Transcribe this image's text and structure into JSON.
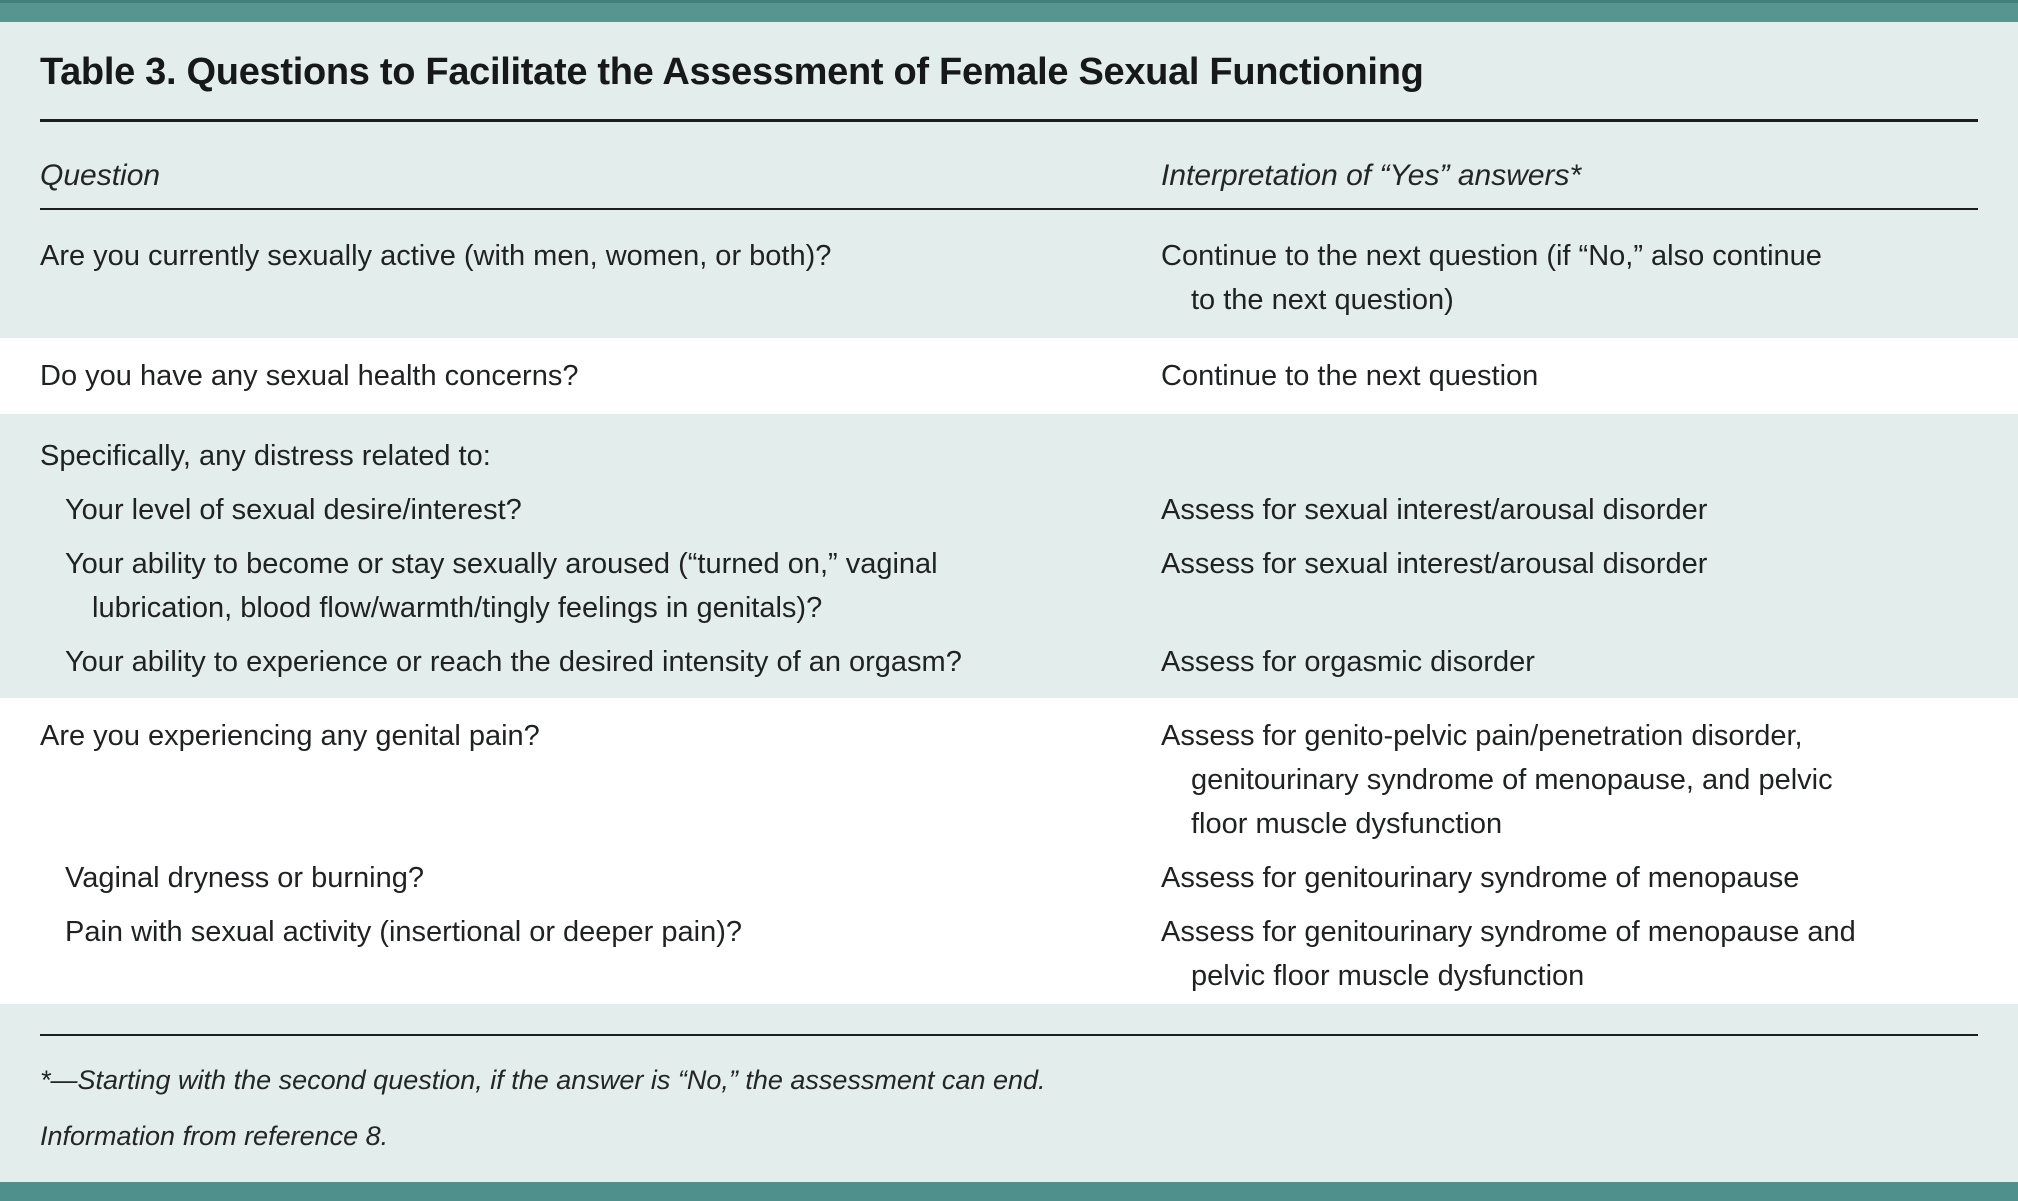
{
  "table": {
    "title": "Table 3. Questions to Facilitate the Assessment of Female Sexual Functioning",
    "columns": {
      "question": "Question",
      "interpretation": "Interpretation of “Yes” answers*"
    },
    "footnotes": {
      "star": "*—Starting with the second question, if the answer is “No,” the assessment can end.",
      "source": "Information from reference 8."
    },
    "colors": {
      "accent_bar_top": "#579591",
      "accent_bar_bottom": "#4f908c",
      "band_light": "#e3edeb",
      "band_white": "#ffffff",
      "text": "#1f2122",
      "rule": "#1b1d1e"
    }
  },
  "sections": [
    {
      "bg": "light",
      "items": [
        {
          "q_lines": [
            "Are you currently sexually active (with men, women, or both)?"
          ],
          "a_lines": [
            "Continue to the next question (if “No,” also continue",
            "to the next question)"
          ]
        }
      ]
    },
    {
      "bg": "white",
      "items": [
        {
          "q_lines": [
            "Do you have any sexual health concerns?"
          ],
          "a_lines": [
            "Continue to the next question"
          ]
        }
      ]
    },
    {
      "bg": "light",
      "lead": "Specifically, any distress related to:",
      "items": [
        {
          "q_lines": [
            "Your level of sexual desire/interest?"
          ],
          "a_lines": [
            "Assess for sexual interest/arousal disorder"
          ]
        },
        {
          "q_lines": [
            "Your ability to become or stay sexually aroused (“turned on,” vaginal",
            "lubrication, blood flow/warmth/tingly feelings in genitals)?"
          ],
          "a_lines": [
            "Assess for sexual interest/arousal disorder"
          ]
        },
        {
          "q_lines": [
            "Your ability to experience or reach the desired intensity of an orgasm?"
          ],
          "a_lines": [
            "Assess for orgasmic disorder"
          ]
        }
      ]
    },
    {
      "bg": "white",
      "items": [
        {
          "q_lines": [
            "Are you experiencing any genital pain?"
          ],
          "a_lines": [
            "Assess for genito-pelvic pain/penetration disorder,",
            "genitourinary syndrome of menopause, and pelvic",
            "floor muscle dysfunction"
          ]
        },
        {
          "q_lines": [
            "Vaginal dryness or burning?"
          ],
          "a_lines": [
            "Assess for genitourinary syndrome of menopause"
          ]
        },
        {
          "q_lines": [
            "Pain with sexual activity (insertional or deeper pain)?"
          ],
          "a_lines": [
            "Assess for genitourinary syndrome of menopause and",
            "pelvic floor muscle dysfunction"
          ]
        }
      ]
    }
  ]
}
